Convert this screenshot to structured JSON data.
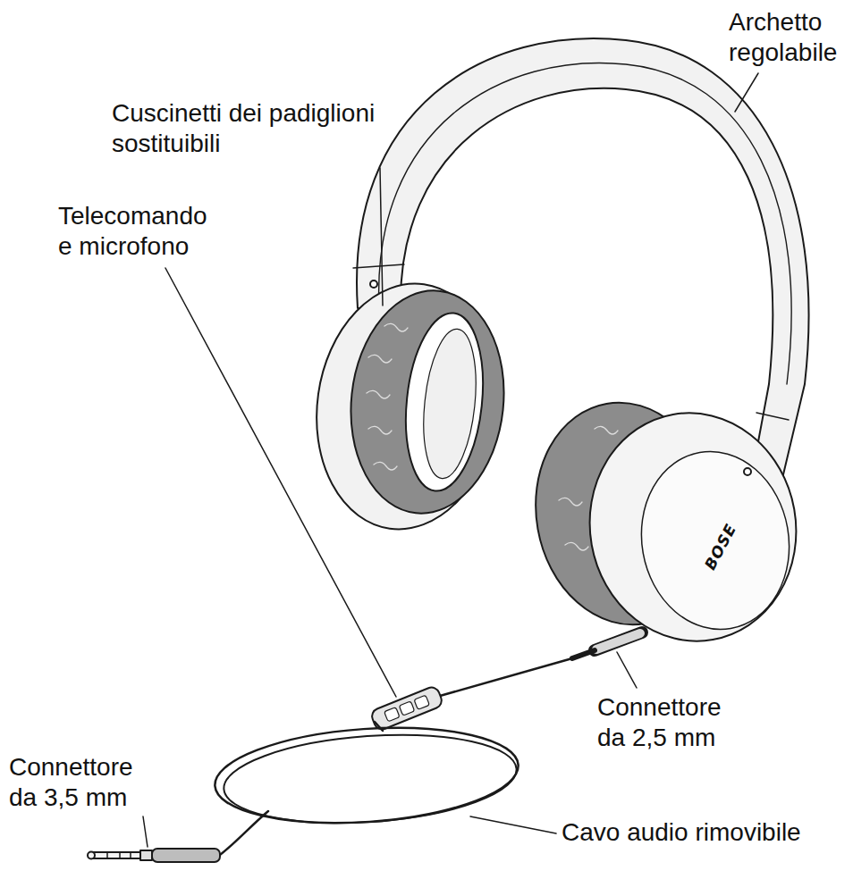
{
  "diagram": {
    "labels": [
      "Archetto regolabile",
      "Cuscinetti dei padiglioni sostituibili",
      "Telecomando e microfono",
      "BOSE",
      "Connettore da 2,5 mm",
      "Connettore da 3,5 mm",
      "Cavo audio rimovibile"
    ]
  }
}
